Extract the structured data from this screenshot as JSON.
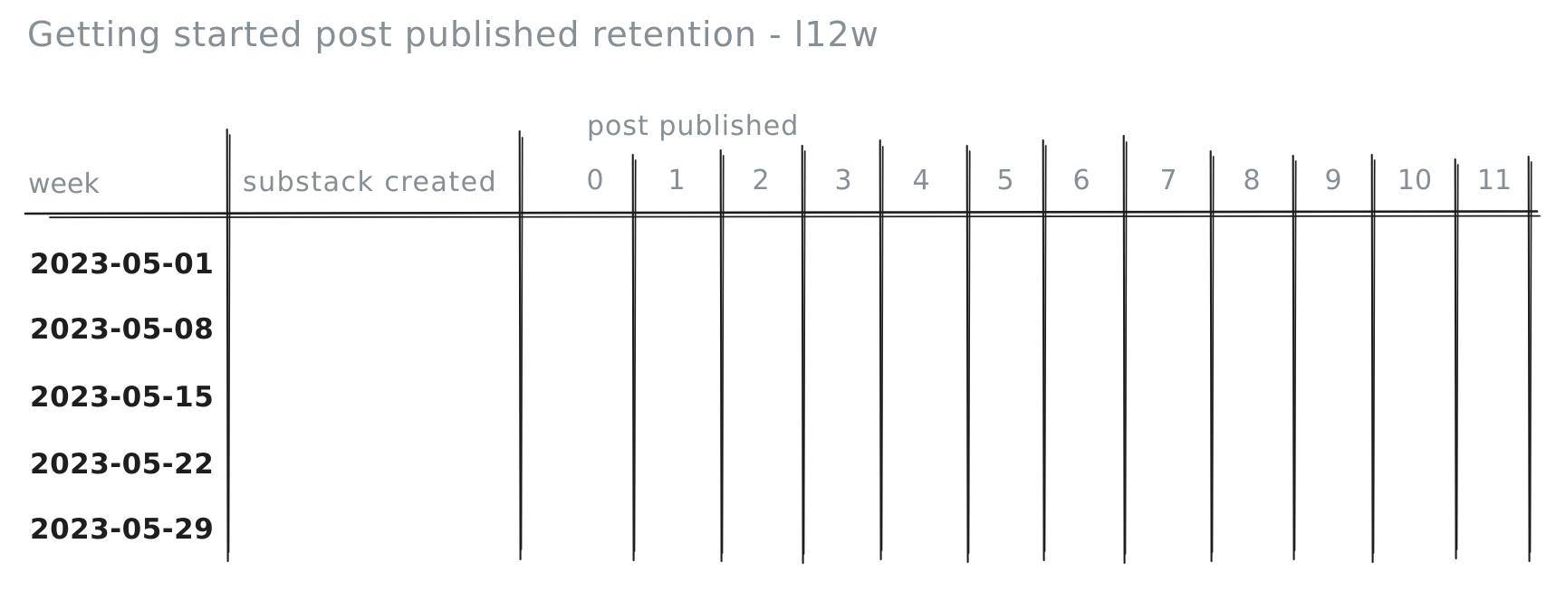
{
  "title": "Getting started post published retention - l12w",
  "colors": {
    "label_gray": "#868e96",
    "ink": "#1e1e1e",
    "background": "#ffffff"
  },
  "table": {
    "group_header": "post published",
    "row_header": "week",
    "col_header": "substack created",
    "post_weeks": [
      "0",
      "1",
      "2",
      "3",
      "4",
      "5",
      "6",
      "7",
      "8",
      "9",
      "10",
      "11"
    ],
    "weeks": [
      "2023-05-01",
      "2023-05-08",
      "2023-05-15",
      "2023-05-22",
      "2023-05-29"
    ],
    "body_cells": "empty"
  }
}
